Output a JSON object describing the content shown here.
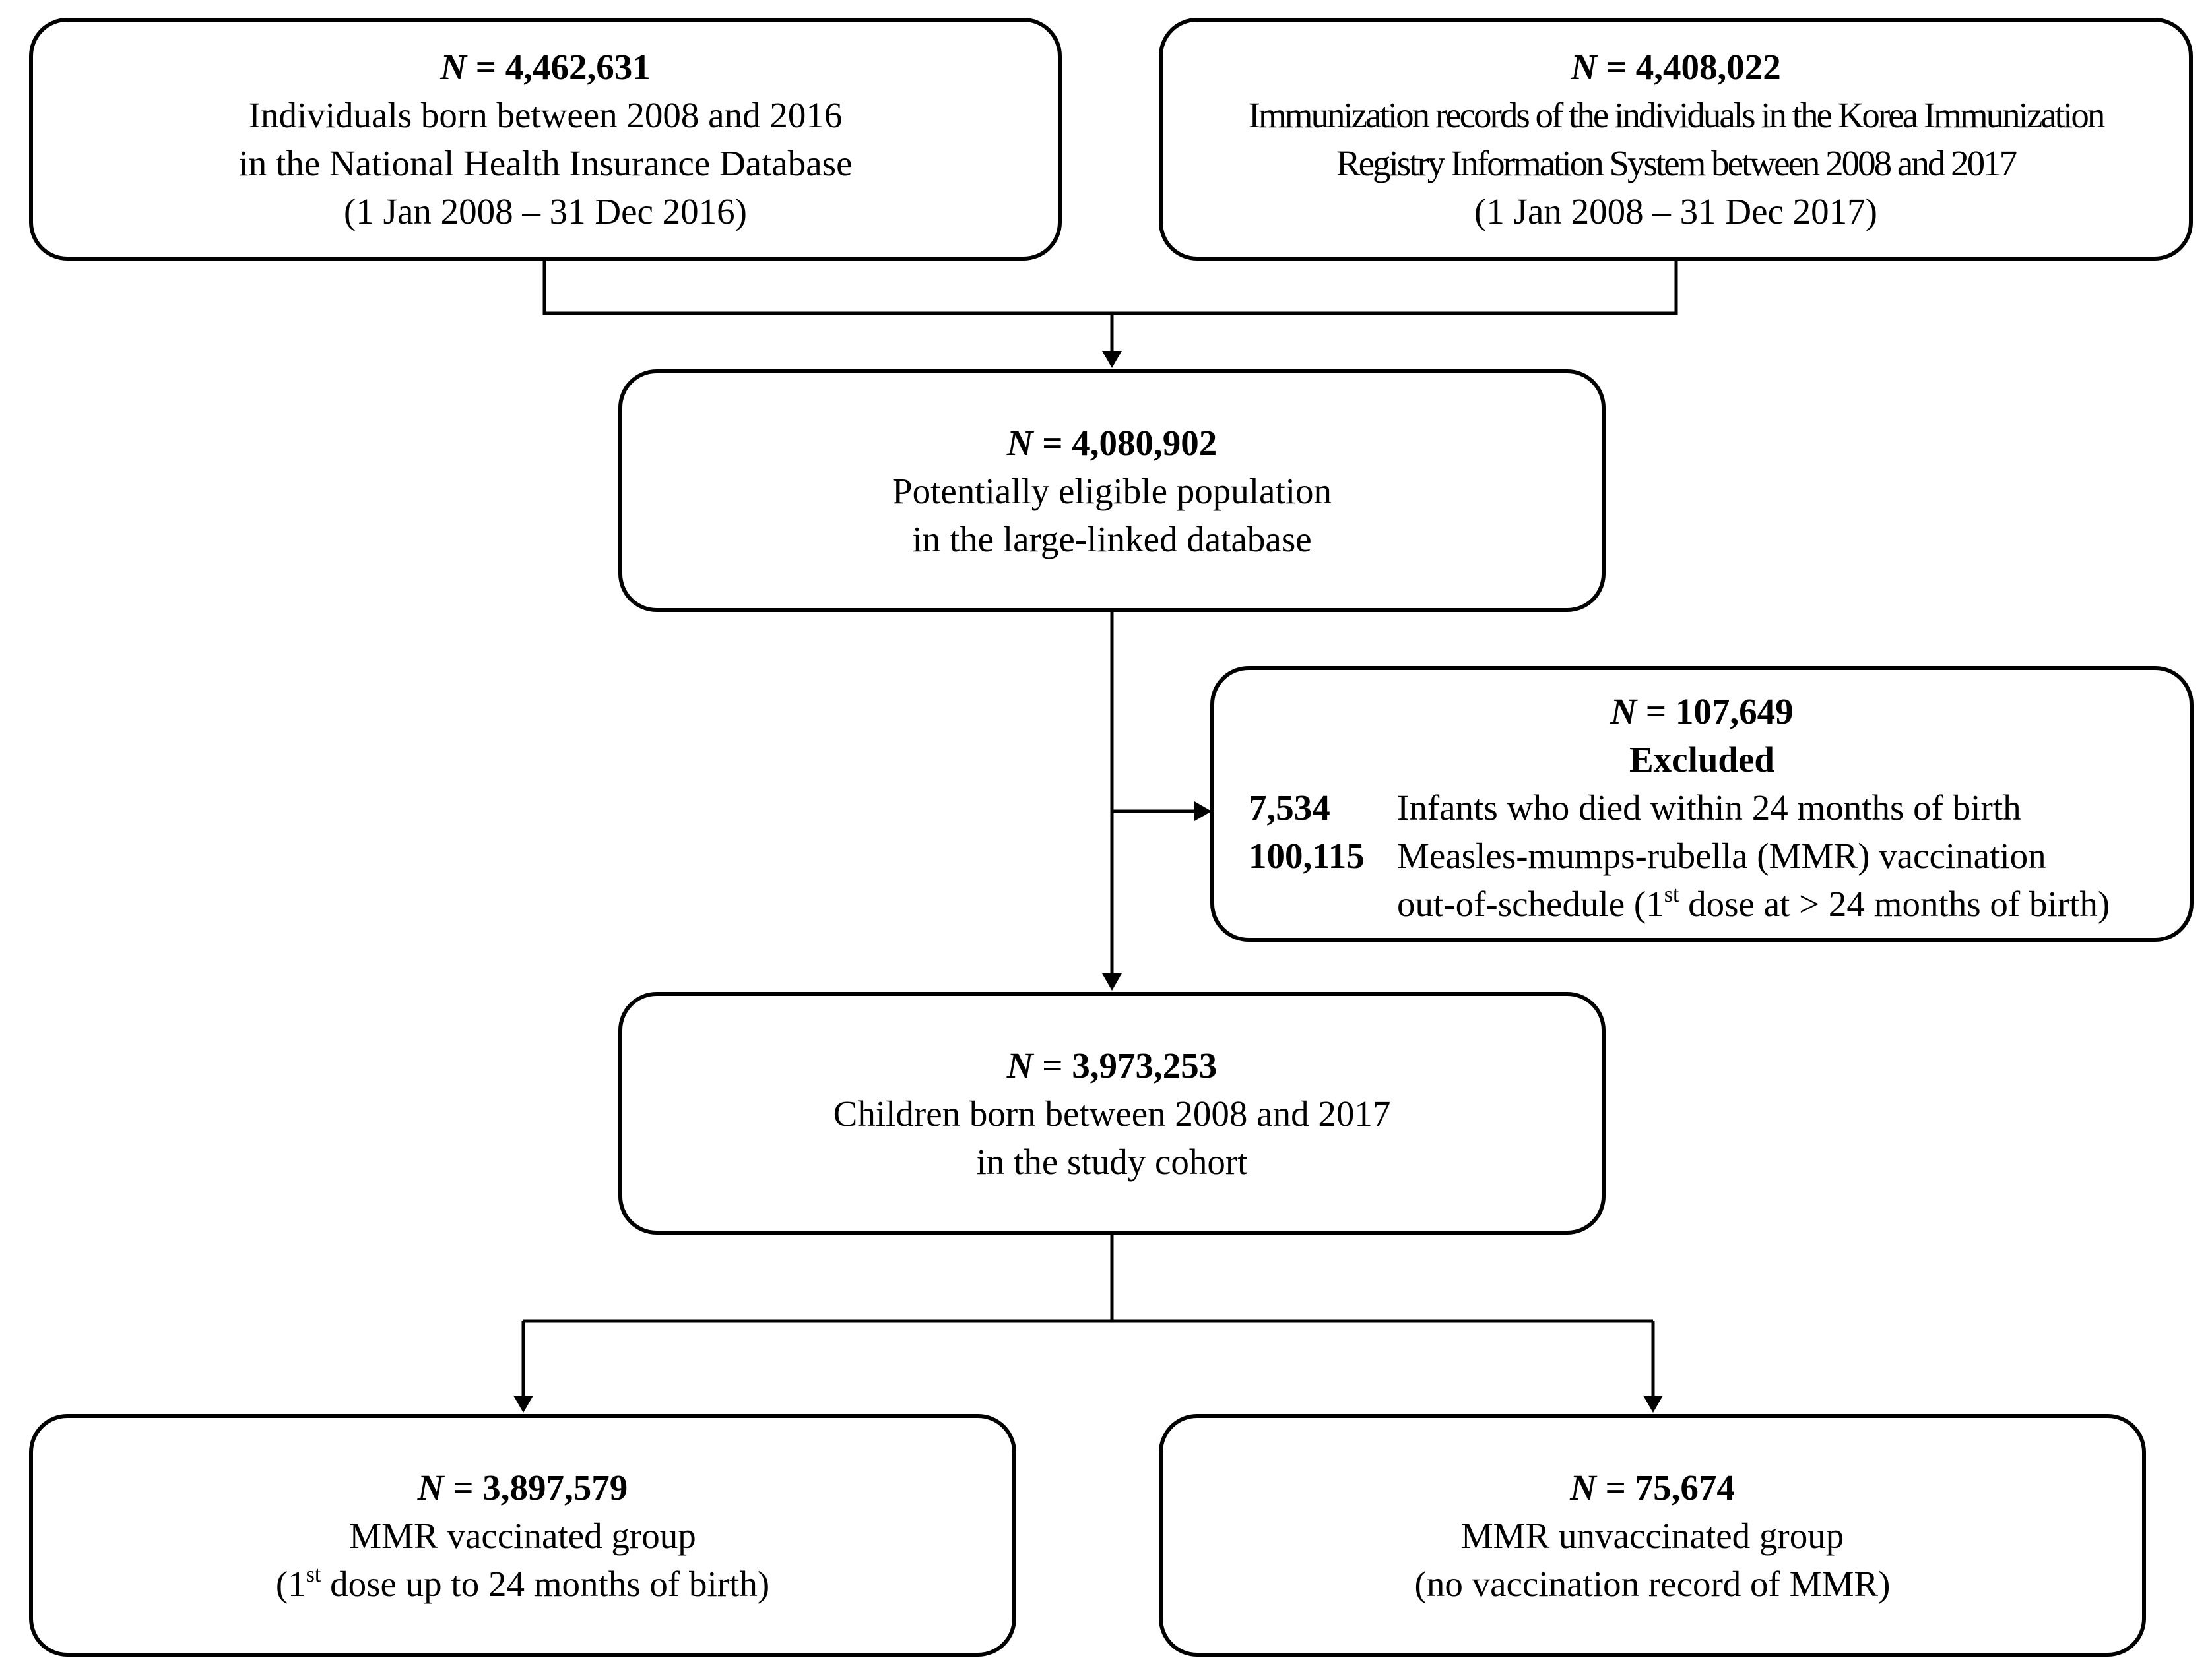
{
  "nhis_box": {
    "n_symbol": "N",
    "n_value": "= 4,462,631",
    "lines": [
      "Individuals born between 2008 and 2016",
      "in the National Health Insurance Database",
      "(1 Jan 2008 – 31 Dec 2016)"
    ]
  },
  "kiris_box": {
    "n_symbol": "N",
    "n_value": "= 4,408,022",
    "lines": [
      "Immunization records of the individuals in the Korea Immunization",
      "Registry Information System between 2008 and 2017",
      "(1 Jan 2008 – 31 Dec 2017)"
    ]
  },
  "eligible_box": {
    "n_symbol": "N",
    "n_value": "= 4,080,902",
    "lines": [
      "Potentially eligible population",
      "in the large-linked database"
    ]
  },
  "excluded_box": {
    "n_symbol": "N",
    "n_value": "= 107,649",
    "heading": "Excluded",
    "items": [
      {
        "count": "7,534",
        "text": "Infants who died within 24 months of birth"
      },
      {
        "count": "100,115",
        "text": "Measles-mumps-rubella (MMR) vaccination",
        "text2_before": "out-of-schedule (1",
        "text2_sup": "st",
        "text2_after": " dose at > 24 months of birth)"
      }
    ]
  },
  "cohort_box": {
    "n_symbol": "N",
    "n_value": "= 3,973,253",
    "lines": [
      "Children born between 2008 and 2017",
      "in the study cohort"
    ]
  },
  "vaccinated_box": {
    "n_symbol": "N",
    "n_value": "= 3,897,579",
    "line1": "MMR vaccinated group",
    "line2_before": "(1",
    "line2_sup": "st",
    "line2_after": " dose up to 24 months of birth)"
  },
  "unvaccinated_box": {
    "n_symbol": "N",
    "n_value": "= 75,674",
    "lines": [
      "MMR unvaccinated group",
      "(no vaccination record of MMR)"
    ]
  }
}
